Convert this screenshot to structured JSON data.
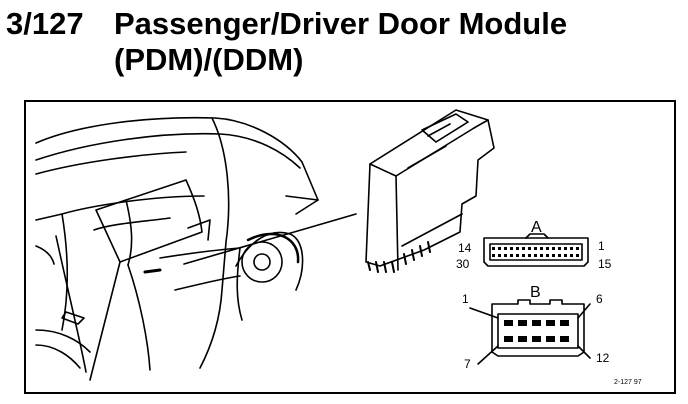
{
  "header": {
    "code": "3/127",
    "title_line1": "Passenger/Driver Door Module",
    "title_line2": "(PDM)/(DDM)"
  },
  "connector_a": {
    "label": "A",
    "pins_left_top": "14",
    "pins_left_bottom": "30",
    "pins_right_top": "1",
    "pins_right_bottom": "15"
  },
  "connector_b": {
    "label": "B",
    "pins_left_top": "1",
    "pins_left_bottom": "7",
    "pins_right_top": "6",
    "pins_right_bottom": "12"
  },
  "figure_ref": "2-127 97"
}
